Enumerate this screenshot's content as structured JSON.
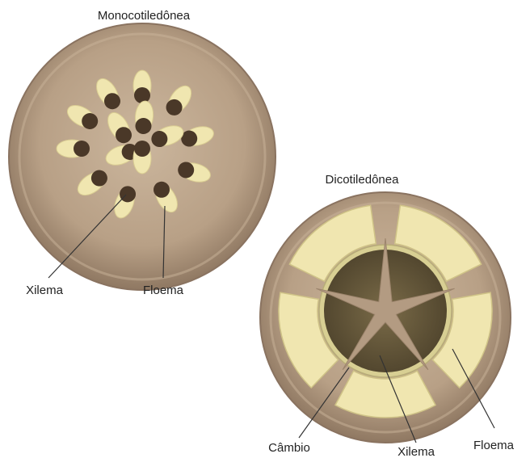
{
  "monocot": {
    "title": "Monocotiledônea",
    "labels": {
      "xylem": "Xilema",
      "phloem": "Floema"
    }
  },
  "dicot": {
    "title": "Dicotiledônea",
    "labels": {
      "cambium": "Câmbio",
      "xylem": "Xilema",
      "phloem": "Floema"
    }
  },
  "colors": {
    "cortex": "#b39b82",
    "cortex_edge": "#8a7360",
    "phloem": "#f0e6b0",
    "xylem": "#4a3828",
    "dicot_xylem": "#5e5236",
    "cambium_ring": "#d8cf93"
  }
}
